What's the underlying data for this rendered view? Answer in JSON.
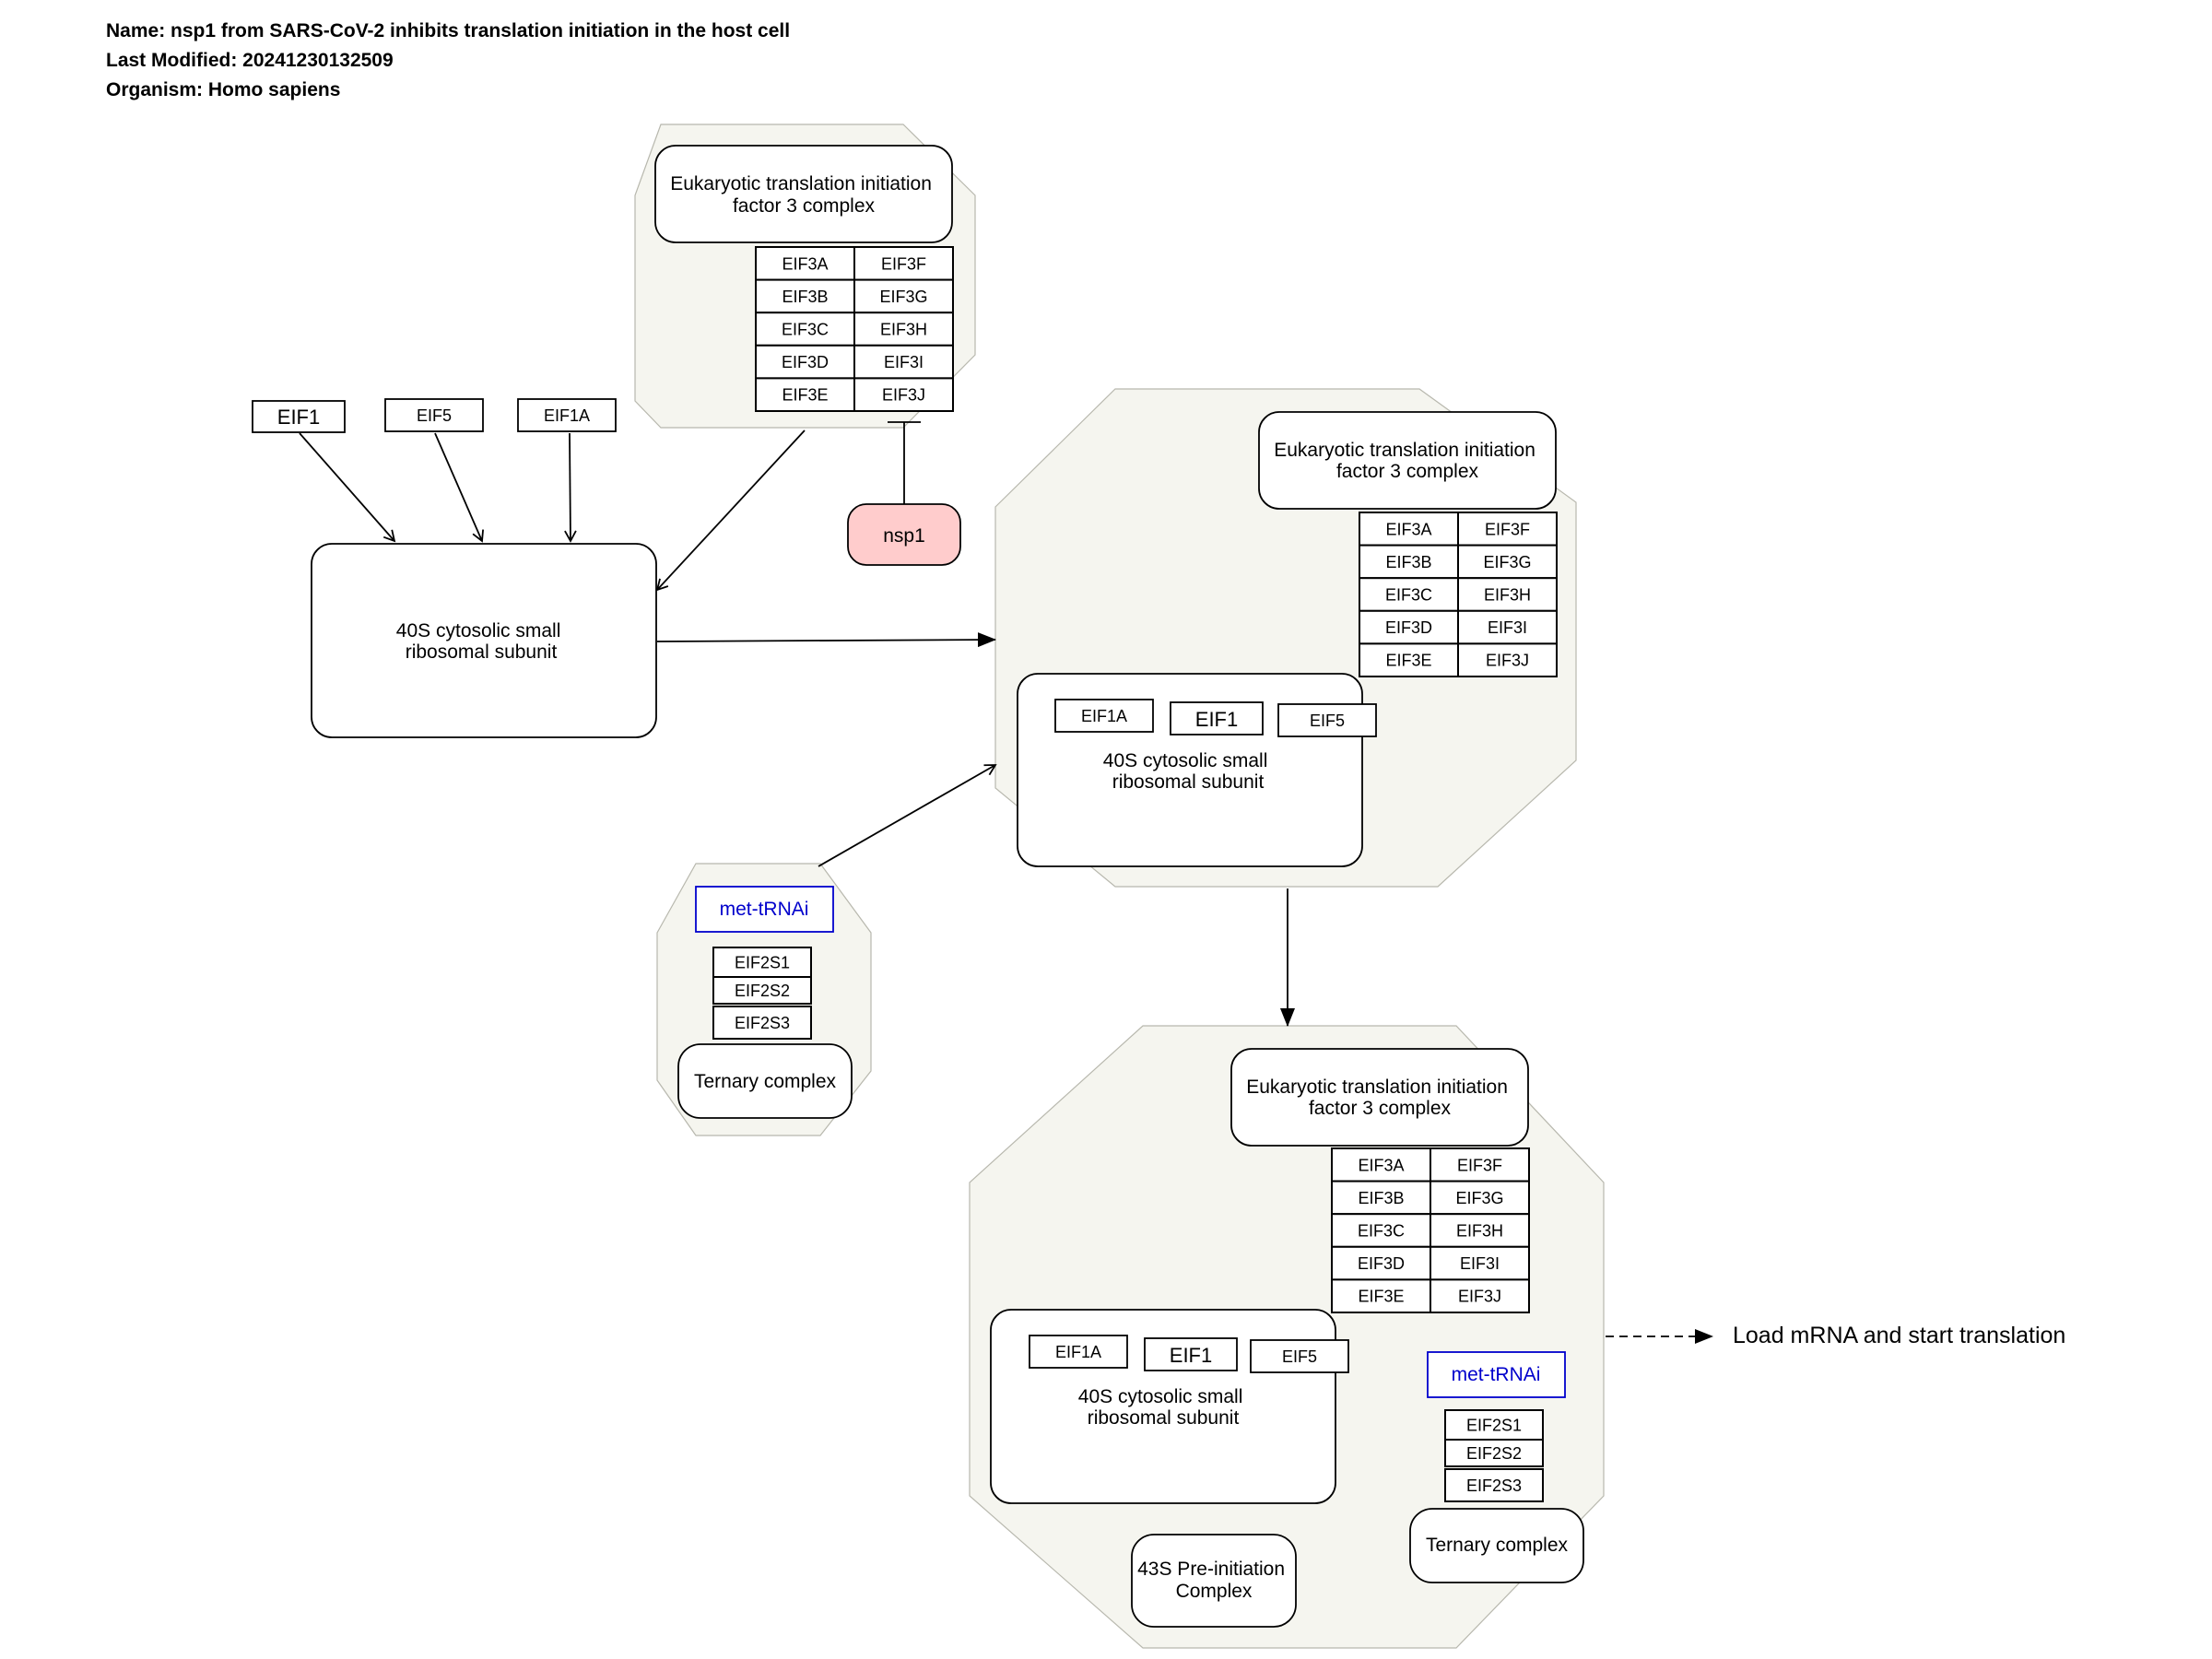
{
  "header": {
    "name": "Name: nsp1 from SARS-CoV-2 inhibits translation initiation in the host cell",
    "last_modified": "Last Modified: 20241230132509",
    "organism": "Organism: Homo sapiens"
  },
  "labels": {
    "eif3_complex": [
      "Eukaryotic translation initiation",
      "factor 3 complex"
    ],
    "ribosome_40s": [
      "40S cytosolic small",
      "ribosomal subunit"
    ],
    "ternary_complex": "Ternary complex",
    "pre_initiation": [
      "43S Pre-initiation",
      "Complex"
    ],
    "met_trna": "met-tRNAi",
    "nsp1": "nsp1",
    "eif1": "EIF1",
    "eif5": "EIF5",
    "eif1a": "EIF1A",
    "load_mrna": "Load mRNA and start translation"
  },
  "eif3_subunits": [
    [
      "EIF3A",
      "EIF3F"
    ],
    [
      "EIF3B",
      "EIF3G"
    ],
    [
      "EIF3C",
      "EIF3H"
    ],
    [
      "EIF3D",
      "EIF3I"
    ],
    [
      "EIF3E",
      "EIF3J"
    ]
  ],
  "eif2_subunits": [
    "EIF2S1",
    "EIF2S2",
    "EIF2S3"
  ],
  "colors": {
    "complex_fill": "#f5f5ef",
    "complex_stroke": "#b8b8ae",
    "nsp1_fill": "#ffcccc",
    "met_trna": "#0000cc",
    "line": "#000000"
  }
}
